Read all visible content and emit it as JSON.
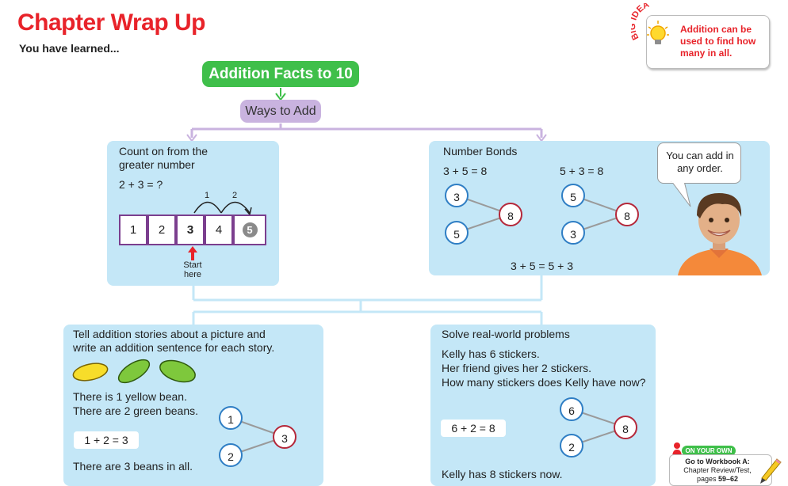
{
  "header": {
    "title": "Chapter Wrap Up",
    "subtitle": "You have learned..."
  },
  "big_idea": {
    "badge": "BIG IDEA",
    "text": "Addition can be used to find how many in all."
  },
  "concept_map": {
    "main_topic": "Addition Facts to 10",
    "sub_topic": "Ways to Add"
  },
  "count_on": {
    "heading_line1": "Count on from the",
    "heading_line2": "greater number",
    "equation": "2 + 3 = ?",
    "jump_labels": [
      "1",
      "2"
    ],
    "cells": [
      "1",
      "2",
      "3",
      "4",
      "5"
    ],
    "start_line1": "Start",
    "start_line2": "here"
  },
  "number_bonds": {
    "heading": "Number Bonds",
    "eq1": "3 + 5 = 8",
    "eq2": "5 + 3 = 8",
    "bond1": {
      "part1": "3",
      "part2": "5",
      "whole": "8"
    },
    "bond2": {
      "part1": "5",
      "part2": "3",
      "whole": "8"
    },
    "summary": "3 + 5 = 5 + 3",
    "speech": "You can add in any order."
  },
  "stories": {
    "line1": "Tell addition stories about a picture and",
    "line2": "write an addition sentence for each story.",
    "fact1": "There is 1 yellow bean.",
    "fact2": "There are 2 green beans.",
    "equation": "1 + 2 = 3",
    "conclusion": "There are 3 beans in all.",
    "bond": {
      "part1": "1",
      "part2": "2",
      "whole": "3"
    }
  },
  "real_world": {
    "heading": "Solve real-world problems",
    "line1": "Kelly has 6 stickers.",
    "line2": "Her friend gives her 2 stickers.",
    "line3": "How many stickers does Kelly have now?",
    "equation": "6 + 2 = 8",
    "answer": "Kelly has 8 stickers now.",
    "bond": {
      "part1": "6",
      "part2": "2",
      "whole": "8"
    }
  },
  "on_your_own": {
    "badge": "ON YOUR OWN",
    "line1": "Go to Workbook A:",
    "line2": "Chapter Review/Test,",
    "line3_prefix": "pages ",
    "pages": "59–62"
  },
  "colors": {
    "title_red": "#e8232a",
    "green": "#3fbf4a",
    "purple": "#c9b3df",
    "panel_blue": "#c4e7f7",
    "bond_blue": "#2f7ec4",
    "bond_red": "#b5283a"
  }
}
